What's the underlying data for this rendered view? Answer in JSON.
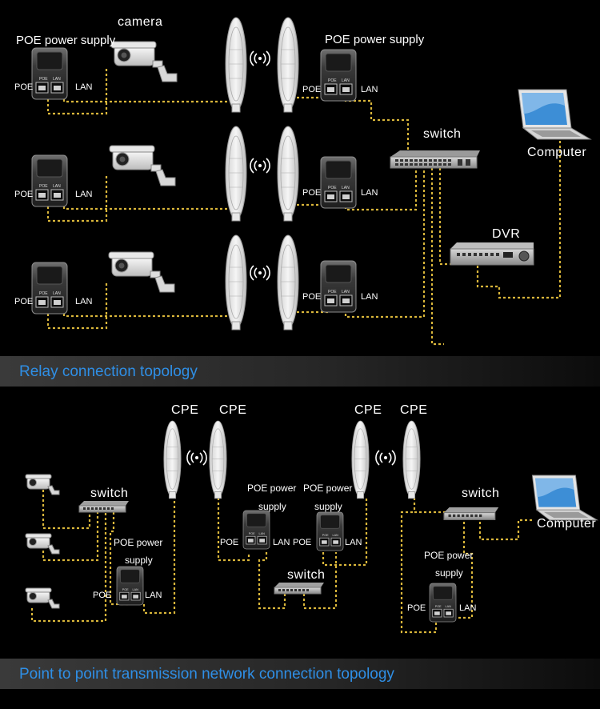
{
  "section1": {
    "banner": "Relay connection topology",
    "labels": {
      "poe_supply_left": "POE power supply",
      "camera": "camera",
      "poe_supply_right": "POE power supply",
      "switch": "switch",
      "computer": "Computer",
      "dvr": "DVR",
      "poe": "POE",
      "lan": "LAN"
    }
  },
  "section2": {
    "banner": "Point to point transmission network connection topology",
    "labels": {
      "cpe": "CPE",
      "switch": "switch",
      "computer": "Computer",
      "poe_supply_line1": "POE power",
      "poe_supply_line2": "supply",
      "poe": "POE",
      "lan": "LAN"
    }
  },
  "colors": {
    "background": "#000000",
    "cable": "#d9b63a",
    "banner_text": "#2f8fe6",
    "label_text": "#ffffff"
  },
  "icons": [
    "poe-injector-icon",
    "camera-icon",
    "cpe-antenna-icon",
    "wireless-signal-icon",
    "network-switch-icon",
    "laptop-icon",
    "dvr-icon"
  ]
}
